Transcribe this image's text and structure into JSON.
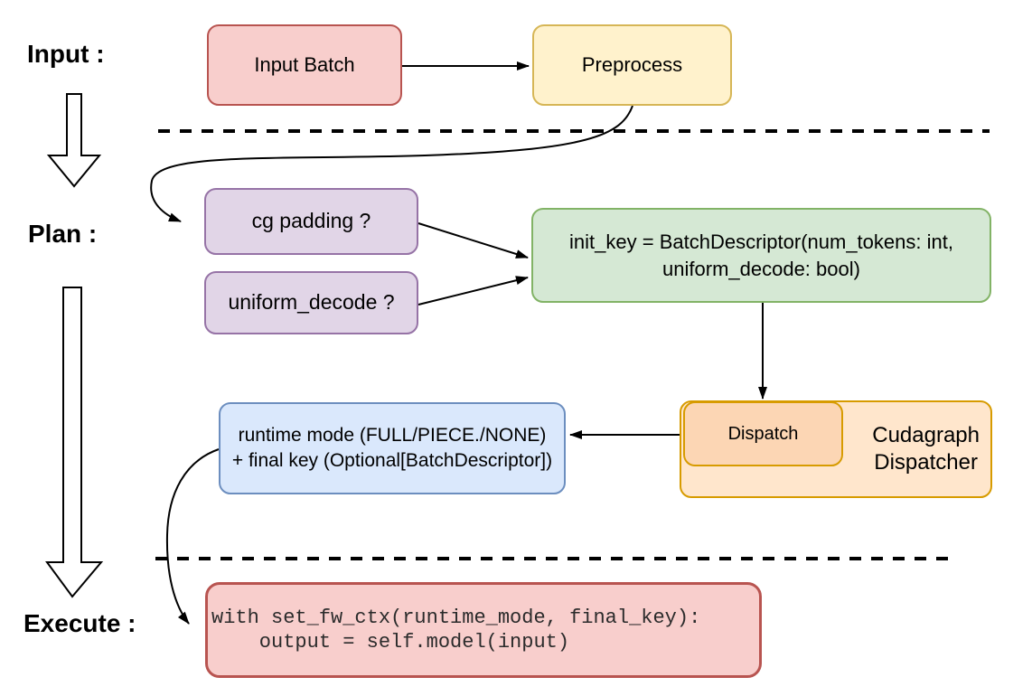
{
  "diagram": {
    "stage_labels": {
      "input": "Input :",
      "plan": "Plan :",
      "execute": "Execute :"
    },
    "nodes": {
      "input_batch": {
        "label": "Input Batch",
        "fill": "#f8cecc",
        "stroke": "#b85450"
      },
      "preprocess": {
        "label": "Preprocess",
        "fill": "#fff2cc",
        "stroke": "#d6b656"
      },
      "cg_padding": {
        "label": "cg padding ?",
        "fill": "#e1d5e7",
        "stroke": "#9673a6"
      },
      "uniform_decode": {
        "label": "uniform_decode ?",
        "fill": "#e1d5e7",
        "stroke": "#9673a6"
      },
      "init_key": {
        "line1": "init_key = BatchDescriptor(num_tokens: int,",
        "line2": "uniform_decode: bool)",
        "fill": "#d5e8d4",
        "stroke": "#82b366"
      },
      "dispatch": {
        "label": "Dispatch",
        "fill": "#fcd6b4",
        "stroke": "#d79b00"
      },
      "cudagraph_dispatcher": {
        "line1": "Cudagraph",
        "line2": "Dispatcher",
        "fill": "#ffe6cc",
        "stroke": "#d79b00"
      },
      "runtime_mode": {
        "line1": "runtime mode (FULL/PIECE./NONE)",
        "line2": "+ final key (Optional[BatchDescriptor])",
        "fill": "#dae8fc",
        "stroke": "#6c8ebf"
      },
      "execute_code": {
        "line1": "with set_fw_ctx(runtime_mode, final_key):",
        "line2": "    output = self.model(input)",
        "fill": "#f8cecc",
        "stroke": "#b85450"
      }
    },
    "edges": [
      {
        "from": "input_batch",
        "to": "preprocess"
      },
      {
        "from": "preprocess",
        "to": "cg_padding"
      },
      {
        "from": "cg_padding",
        "to": "init_key"
      },
      {
        "from": "uniform_decode",
        "to": "init_key"
      },
      {
        "from": "init_key",
        "to": "dispatch"
      },
      {
        "from": "dispatch",
        "to": "runtime_mode"
      },
      {
        "from": "runtime_mode",
        "to": "execute_code"
      },
      {
        "from": "input_stage",
        "to": "plan_stage"
      },
      {
        "from": "plan_stage",
        "to": "execute_stage"
      }
    ],
    "separators": [
      "input/plan dashed divider",
      "plan/execute dashed divider"
    ],
    "line_color": "#000000"
  }
}
